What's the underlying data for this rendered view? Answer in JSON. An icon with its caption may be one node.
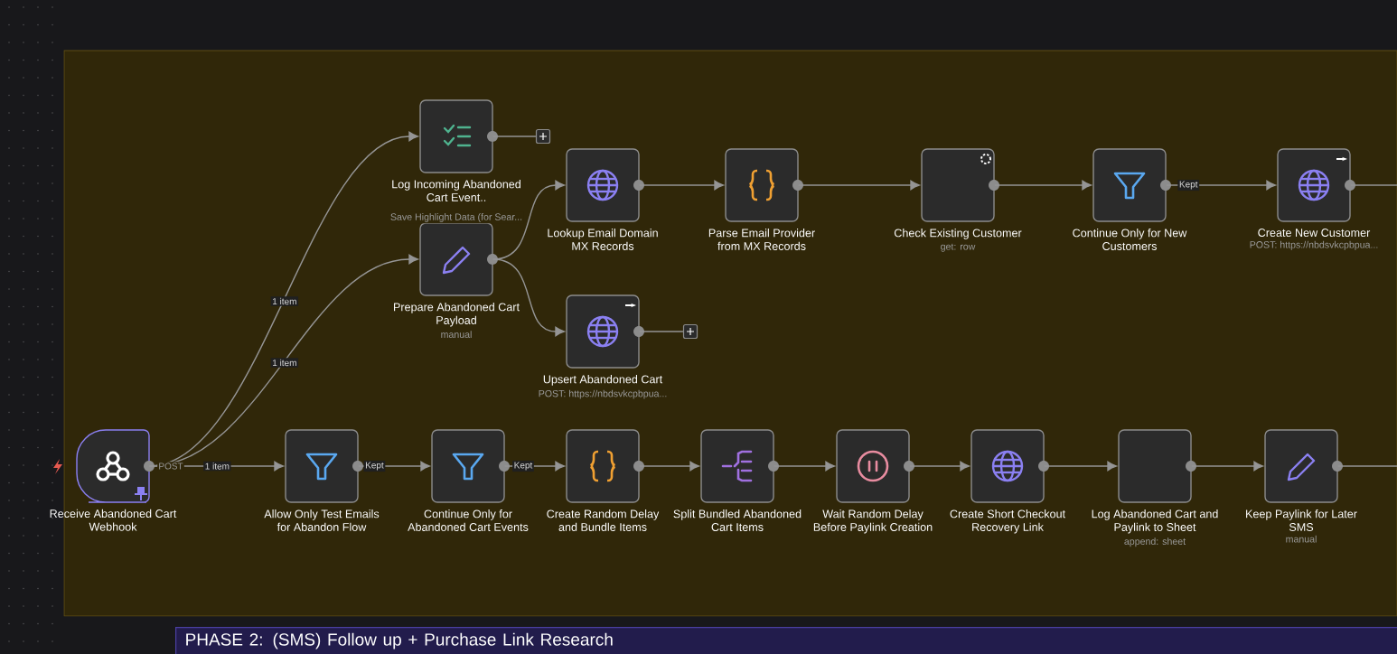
{
  "diagram": {
    "nodes": [
      {
        "text": [
          "Log Incoming Abandoned Cart Event.."
        ]
      },
      {
        "text": [],
        "shape": "box"
      },
      {
        "text": [
          "Prepare Abandoned Cart Payload"
        ],
        "beside": [
          "manual"
        ]
      },
      {
        "text": [
          "Lookup Email Domain MX Records"
        ]
      },
      {
        "text": [
          "Parse Email Provider from MX Records"
        ]
      },
      {
        "text": [
          "Check Existing Customer"
        ],
        "beside": [
          "get: row"
        ]
      },
      {
        "text": [
          "Continue Only for New Customers"
        ]
      },
      {
        "text": [
          "Create New Customer"
        ],
        "beside": [
          "POST: https://nbdsvkcpbpua..."
        ]
      },
      {
        "text": [
          "Upsert Abandoned Cart"
        ],
        "beside": [
          "POST: https://nbdsvkcpbpua..."
        ]
      },
      {
        "text": [],
        "shape": "box"
      },
      {
        "text": [
          "Receive Abandoned Cart Webhook"
        ]
      },
      {
        "text": [
          "Allow Only Test Emails for Abandon Flow"
        ]
      },
      {
        "text": [
          "Continue Only for Abandoned Cart Events"
        ]
      },
      {
        "text": [
          "Create Random Delay and Bundle Items"
        ]
      },
      {
        "text": [
          "Split Bundled Abandoned Cart Items"
        ]
      },
      {
        "text": [
          "Wait Random Delay Before Paylink Creation"
        ]
      },
      {
        "text": [
          "Create Short Checkout Recovery Link"
        ]
      },
      {
        "text": [
          "Log Abandoned Cart and Paylink to Sheet"
        ],
        "beside": [
          "append: sheet"
        ]
      },
      {
        "text": [
          "Keep Paylink for Later SMS"
        ],
        "beside": [
          "manual"
        ]
      },
      {
        "text": [
          "PHASE 2: (SMS) Follow up + Purchase Link Research"
        ]
      }
    ],
    "edges": [
      {
        "from": 10,
        "to": 0,
        "arrow": "to",
        "label": "1 item"
      },
      {
        "from": 10,
        "to": 2,
        "arrow": "to",
        "label": "1 item"
      },
      {
        "from": 10,
        "to": 11,
        "arrow": "to",
        "label": "1 item"
      },
      {
        "from": 0,
        "to": 1,
        "arrow": "none"
      },
      {
        "from": 2,
        "to": 3,
        "arrow": "to"
      },
      {
        "from": 2,
        "to": 8,
        "arrow": "to"
      },
      {
        "from": 8,
        "to": 9,
        "arrow": "none"
      },
      {
        "from": 3,
        "to": 4,
        "arrow": "to"
      },
      {
        "from": 4,
        "to": 5,
        "arrow": "to"
      },
      {
        "from": 5,
        "to": 6,
        "arrow": "to"
      },
      {
        "from": 6,
        "to": 7,
        "arrow": "to",
        "label": "Kept"
      },
      {
        "from": 7,
        "to": null,
        "arrow": "none"
      },
      {
        "from": 11,
        "to": 12,
        "arrow": "to",
        "label": "Kept"
      },
      {
        "from": 12,
        "to": 13,
        "arrow": "to",
        "label": "Kept"
      },
      {
        "from": 13,
        "to": 14,
        "arrow": "to"
      },
      {
        "from": 14,
        "to": 15,
        "arrow": "to"
      },
      {
        "from": 15,
        "to": 16,
        "arrow": "to"
      },
      {
        "from": 16,
        "to": 17,
        "arrow": "to"
      },
      {
        "from": 17,
        "to": 18,
        "arrow": "to"
      },
      {
        "from": 18,
        "to": null,
        "arrow": "none"
      }
    ],
    "labels": [
      "Save Highlight Data (for Sear...",
      "POST"
    ]
  }
}
